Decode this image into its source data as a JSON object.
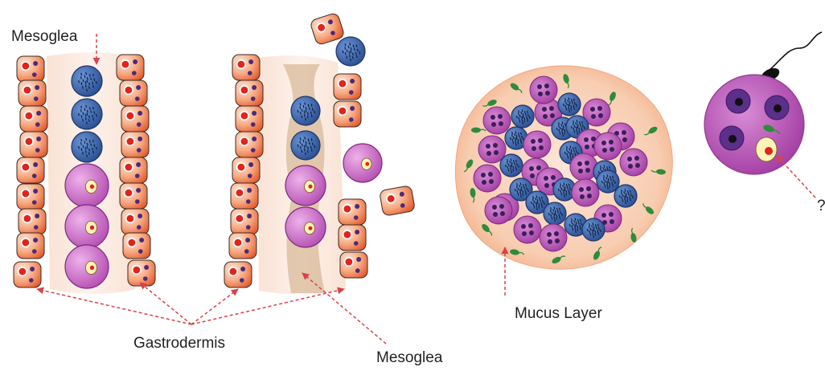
{
  "labels": {
    "mesoglea_top": "Mesoglea",
    "gastrodermis": "Gastrodermis",
    "mesoglea_bottom": "Mesoglea",
    "mucus_layer": "Mucus Layer",
    "question": "?"
  },
  "colors": {
    "cell_fill_light": "#fbe3d2",
    "cell_fill_dark": "#e86a3a",
    "cell_outline": "#3b2a24",
    "nucleus_red": "#e2231a",
    "dot_purple": "#4b2a7b",
    "mesoglea_fill": "#fbe9df",
    "mesoglea_shadow": "#d8b998",
    "blue_cell": "#3f6fb5",
    "pink_cell": "#c45ec1",
    "pink_cell_light": "#e6a3e2",
    "mucus_fill": "#f7c4a5",
    "zooxanthella_green": "#2e8b3a",
    "flagellum_black": "#111111",
    "arrow_red": "#d9424a"
  }
}
